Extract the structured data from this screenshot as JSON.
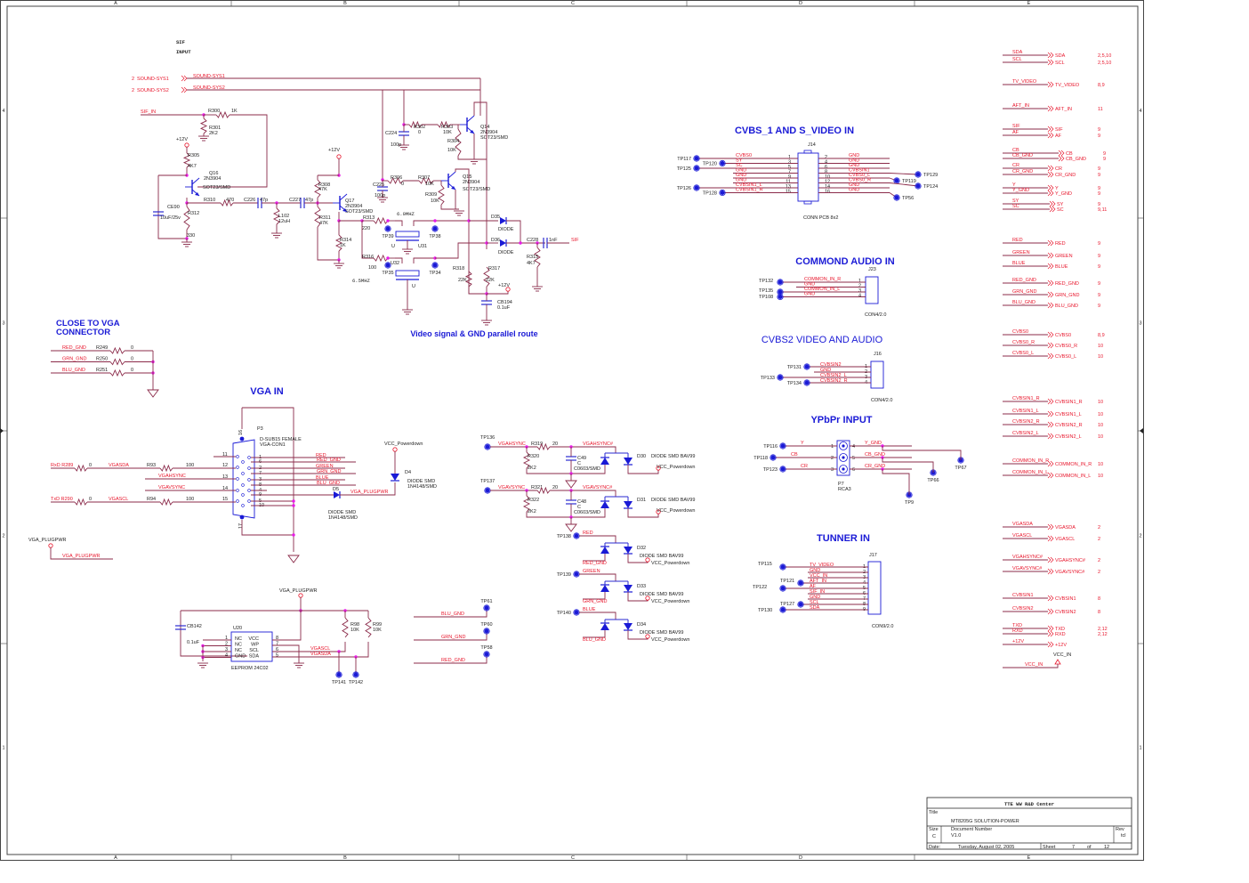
{
  "frame": {
    "columns": [
      "A",
      "B",
      "C",
      "D",
      "E"
    ],
    "rows": [
      "4",
      "3",
      "2",
      "1"
    ]
  },
  "title_block": {
    "company": "TTE WW R&D Center",
    "title_label": "Title",
    "title": "MT8205G SOLUTION-POWER",
    "size_label": "Size",
    "size": "C",
    "docnum_label": "Document Number",
    "docnum": "V1.0",
    "rev_label": "Rev",
    "rev": "tcl",
    "date_label": "Date:",
    "date": "Tuesday, August 02, 2005",
    "sheet_label": "Sheet",
    "sheet": "7",
    "of_label": "of",
    "sheet_total": "12"
  },
  "headings": {
    "sif_input_1": "SIF",
    "sif_input_2": "INPUT",
    "cvbs1": "CVBS_1 AND S_VIDEO IN",
    "common_audio": "COMMOND AUDIO IN",
    "cvbs2": "CVBS2 VIDEO AND AUDIO",
    "ypbpr": "YPbPr INPUT",
    "tuner": "TUNNER IN",
    "vga_in": "VGA IN",
    "close_vga_1": "CLOSE TO VGA",
    "close_vga_2": "CONNECTOR",
    "video_route": "Video signal & GND parallel route"
  },
  "sif": {
    "ports": [
      {
        "page": "2",
        "name": "SOUND-SYS1",
        "net": "SOUND-SYS1"
      },
      {
        "page": "2",
        "name": "SOUND-SYS2",
        "net": "SOUND-SYS2"
      }
    ],
    "sif_in": "SIF_IN",
    "sif_out": "SIF",
    "freq_6_0": "6.0MHZ",
    "freq_6_5": "6.5MHZ",
    "vcc": "+12V",
    "parts": {
      "r300": "R300",
      "r300v": "1K",
      "r301": "R301",
      "r301v": "2K2",
      "r305": "R305",
      "r305v": "4K7",
      "q16": "Q16",
      "q16t": "2N3904",
      "q16p": "SOT23/SMD",
      "ce90": "CE90",
      "ce90v": "10uF/25v",
      "r312": "R312",
      "r312v": "330",
      "r310": "R310",
      "r310v": "470",
      "c226": "C226",
      "c226v": "47p",
      "c227": "C227",
      "c227v": "47p",
      "l102": "L102",
      "l102v": "12uH",
      "r308": "R308",
      "r308v": "47K",
      "r311": "R311",
      "r311v": "47K",
      "q17": "Q17",
      "q17t": "2N3904",
      "q17p": "SOT23/SMD",
      "r314": "R314",
      "r314v": "1K",
      "r313": "R313",
      "r313v": "220",
      "r316": "R316",
      "r316v": "100",
      "tp39": "TP39",
      "tp38": "TP38",
      "tp35": "TP35",
      "tp34": "TP34",
      "u31": "U31",
      "u32": "U32",
      "u": "U",
      "c224": "C224",
      "c224v": "100p",
      "c225": "C225",
      "c225v": "100p",
      "r302": "R302",
      "r302v": "0",
      "r303": "R303",
      "r303v": "10K",
      "r304": "R304",
      "r304v": "10K",
      "q14": "Q14",
      "q14t": "2N3904",
      "q14p": "SOT23/SMD",
      "r306": "R306",
      "r306v": "0",
      "r307": "R307",
      "r307v": "10K",
      "r309": "R309",
      "r309v": "10K",
      "q15": "Q15",
      "q15t": "2N3904",
      "q15p": "SOT23/SMD",
      "d35": "D35",
      "d36": "D36",
      "diode": "DIODE",
      "c228": "C228",
      "c228v": "1nF",
      "r315": "R315",
      "r315v": "4K7",
      "r318": "R318",
      "r318v": "22K",
      "r317": "R317",
      "r317v": "22K",
      "cb194": "CB194",
      "cb194v": "0.1uF"
    }
  },
  "j14": {
    "ref": "J14",
    "part": "CONN PCB 8x2",
    "left": [
      {
        "pin": "1",
        "net": "CVBS0",
        "tp": "TP117"
      },
      {
        "pin": "3",
        "net": "SY",
        "tp": "TP120"
      },
      {
        "pin": "5",
        "net": "SC",
        "tp": "TP125"
      },
      {
        "pin": "7",
        "net": "GND",
        "tp": ""
      },
      {
        "pin": "9",
        "net": "GND",
        "tp": ""
      },
      {
        "pin": "11",
        "net": "GND",
        "tp": ""
      },
      {
        "pin": "13",
        "net": "CVBSIN1_L",
        "tp": "TP126"
      },
      {
        "pin": "15",
        "net": "CVBSIN1_R",
        "tp": "TP128"
      }
    ],
    "right": [
      {
        "pin": "2",
        "net": "GND",
        "tp": ""
      },
      {
        "pin": "4",
        "net": "GND",
        "tp": ""
      },
      {
        "pin": "6",
        "net": "GND",
        "tp": ""
      },
      {
        "pin": "8",
        "net": "CVBSIN1",
        "tp": "TP129"
      },
      {
        "pin": "10",
        "net": "CVBS0_L",
        "tp": "TP119"
      },
      {
        "pin": "12",
        "net": "CVBS0_R",
        "tp": "TP124"
      },
      {
        "pin": "14",
        "net": "GND",
        "tp": ""
      },
      {
        "pin": "16",
        "net": "GND",
        "tp": "TP56"
      }
    ]
  },
  "j23": {
    "ref": "J23",
    "part": "CON4/2.0",
    "pins": [
      {
        "pin": "1",
        "net": "COMMON_IN_R",
        "tp": "TP132"
      },
      {
        "pin": "2",
        "net": "GND",
        "tp": ""
      },
      {
        "pin": "3",
        "net": "COMMON_IN_L",
        "tp": "TP135"
      },
      {
        "pin": "4",
        "net": "GND",
        "tp": "TP108"
      }
    ]
  },
  "j16": {
    "ref": "J16",
    "part": "CON4/2.0",
    "pins": [
      {
        "pin": "1",
        "net": "CVBSIN2",
        "tp": "TP131"
      },
      {
        "pin": "2",
        "net": "GND",
        "tp": ""
      },
      {
        "pin": "3",
        "net": "CVBSIN2_L",
        "tp": "TP133"
      },
      {
        "pin": "4",
        "net": "CVBSIN2_R",
        "tp": "TP134"
      }
    ]
  },
  "p7": {
    "ref": "P7",
    "part": "RCA3",
    "rows": [
      {
        "lpin": "1",
        "lnet": "Y",
        "tp": "TP116",
        "rpin": "4",
        "rnet": "Y_GND",
        "rtp": "TP67"
      },
      {
        "lpin": "2",
        "lnet": "CB",
        "tp": "TP118",
        "rpin": "5",
        "rnet": "CB_GND",
        "rtp": "TP66"
      },
      {
        "lpin": "3",
        "lnet": "CR",
        "tp": "TP123",
        "rpin": "6",
        "rnet": "CR_GND",
        "rtp": "TP9"
      }
    ]
  },
  "j17": {
    "ref": "J17",
    "part": "CON9/2.0",
    "pins": [
      {
        "pin": "1",
        "net": "TV_VIDEO",
        "tp": "TP115"
      },
      {
        "pin": "2",
        "net": "GND",
        "tp": ""
      },
      {
        "pin": "3",
        "net": "VCC_IN",
        "tp": ""
      },
      {
        "pin": "4",
        "net": "AFT_IN",
        "tp": "TP121"
      },
      {
        "pin": "5",
        "net": "AF",
        "tp": "TP122"
      },
      {
        "pin": "6",
        "net": "SIF_IN",
        "tp": ""
      },
      {
        "pin": "7",
        "net": "GND",
        "tp": ""
      },
      {
        "pin": "8",
        "net": "SCL",
        "tp": "TP127"
      },
      {
        "pin": "9",
        "net": "SDA",
        "tp": "TP130"
      }
    ]
  },
  "close_vga": [
    {
      "net": "RED_GND",
      "ref": "R249",
      "val": "0"
    },
    {
      "net": "GRN_GND",
      "ref": "R250",
      "val": "0"
    },
    {
      "net": "BLU_GND",
      "ref": "R251",
      "val": "0"
    }
  ],
  "vga": {
    "ref": "P3",
    "part1": "D-SUB15 FEMALE",
    "part2": "VGA-CON1",
    "shell_top": "16",
    "shell_bot": "17",
    "left_pins": [
      {
        "pin": "11",
        "net": ""
      },
      {
        "pin": "12",
        "net": "VGASDA",
        "pre": "RxD R289",
        "preval": "0",
        "res": "R93",
        "resval": "100"
      },
      {
        "pin": "13",
        "net": "VGAHSYNC"
      },
      {
        "pin": "14",
        "net": "VGAVSYNC"
      },
      {
        "pin": "15",
        "net": "VGASCL",
        "pre": "TxD R290",
        "preval": "0",
        "res": "R94",
        "resval": "100"
      }
    ],
    "right_pins": [
      {
        "pin": "1",
        "net": "RED"
      },
      {
        "pin": "6",
        "net": "RED_GND"
      },
      {
        "pin": "2",
        "net": "GREEN"
      },
      {
        "pin": "7",
        "net": "GRN_GND"
      },
      {
        "pin": "3",
        "net": "BLUE"
      },
      {
        "pin": "8",
        "net": "BLU_GND"
      },
      {
        "pin": "4",
        "net": ""
      },
      {
        "pin": "9",
        "net": "VGA_PLUGPWR"
      },
      {
        "pin": "5",
        "net": ""
      },
      {
        "pin": "10",
        "net": ""
      }
    ],
    "d5": "D5",
    "d5part": "DIODE SMD",
    "d5type": "1N4148/SMD",
    "d4": "D4",
    "d4part": "DIODE SMD",
    "d4type": "1N4148/SMD",
    "vcc_pd": "VCC_Powerdown",
    "plugpwr_port": "VGA_PLUGPWR",
    "plugpwr_net": "VGA_PLUGPWR"
  },
  "eeprom": {
    "ref": "U20",
    "part": "EEPROM 24C02",
    "power": "VGA_PLUGPWR",
    "cap": "CB142",
    "capv": "0.1uF",
    "left": [
      {
        "pin": "1",
        "name": "NC"
      },
      {
        "pin": "2",
        "name": "NC"
      },
      {
        "pin": "3",
        "name": "NC"
      },
      {
        "pin": "4",
        "name": "GND"
      }
    ],
    "right": [
      {
        "pin": "8",
        "name": "VCC"
      },
      {
        "pin": "7",
        "name": "WP"
      },
      {
        "pin": "6",
        "name": "SCL"
      },
      {
        "pin": "5",
        "name": "SDA"
      }
    ],
    "scl": "VGASCL",
    "sda": "VGASDA",
    "r98": "R98",
    "r98v": "10K",
    "r99": "R99",
    "r99v": "10K",
    "tp141": "TP141",
    "tp142": "TP142"
  },
  "tps_gnd": [
    {
      "net": "BLU_GND",
      "tp": "TP61"
    },
    {
      "net": "GRN_GND",
      "tp": "TP60"
    },
    {
      "net": "RED_GND",
      "tp": "TP58"
    }
  ],
  "sync": [
    {
      "tp": "TP136",
      "in": "VGAHSYNC",
      "r": "R319",
      "rv": "20",
      "out": "VGAHSYNC#",
      "rp": "R320",
      "rpv": "2K2",
      "c": "C49",
      "ct": "C",
      "cp": "C0603/SMD",
      "d": "D30",
      "dp": "DIODE SMD BAV99",
      "vcc": "VCC_Powerdown"
    },
    {
      "tp": "TP137",
      "in": "VGAVSYNC",
      "r": "R321",
      "rv": "20",
      "out": "VGAVSYNC#",
      "rp": "R322",
      "rpv": "2K2",
      "c": "C48",
      "ct": "C",
      "cp": "C0603/SMD",
      "d": "D31",
      "dp": "DIODE SMD BAV99",
      "vcc": "VCC_Powerdown"
    }
  ],
  "rgb_prot": [
    {
      "tp": "TP138",
      "net": "RED",
      "gnd": "RED_GND",
      "d": "D32",
      "dp": "DIODE SMD BAV99",
      "vcc": "VCC_Powerdown"
    },
    {
      "tp": "TP139",
      "net": "GREEN",
      "gnd": "GRN_GND",
      "d": "D33",
      "dp": "DIODE SMD BAV99",
      "vcc": "VCC_Powerdown"
    },
    {
      "tp": "TP140",
      "net": "BLUE",
      "gnd": "BLU_GND",
      "d": "D34",
      "dp": "DIODE SMD BAV99",
      "vcc": "VCC_Powerdown"
    }
  ],
  "offpage": [
    {
      "net": "SDA",
      "port": "SDA",
      "ref": "2,5,10"
    },
    {
      "net": "SCL",
      "port": "SCL",
      "ref": "2,5,10"
    },
    {
      "net": "TV_VIDEO",
      "port": "TV_VIDEO",
      "ref": "8,9"
    },
    {
      "net": "AFT_IN",
      "port": "AFT_IN",
      "ref": "11"
    },
    {
      "net": "SIF",
      "port": "SIF",
      "ref": "9"
    },
    {
      "net": "AF",
      "port": "AF",
      "ref": "9"
    },
    {
      "net": "CB",
      "port": "CB",
      "ref": "9"
    },
    {
      "net": "CB_GND",
      "port": "CB_GND",
      "ref": "9"
    },
    {
      "net": "CR",
      "port": "CR",
      "ref": "9"
    },
    {
      "net": "CR_GND",
      "port": "CR_GND",
      "ref": "9"
    },
    {
      "net": "Y",
      "port": "Y",
      "ref": "9"
    },
    {
      "net": "Y_GND",
      "port": "Y_GND",
      "ref": "9"
    },
    {
      "net": "SY",
      "port": "SY",
      "ref": "9"
    },
    {
      "net": "SC",
      "port": "SC",
      "ref": "9,11"
    },
    {
      "net": "RED",
      "port": "RED",
      "ref": "9"
    },
    {
      "net": "GREEN",
      "port": "GREEN",
      "ref": "9"
    },
    {
      "net": "BLUE",
      "port": "BLUE",
      "ref": "9"
    },
    {
      "net": "RED_GND",
      "port": "RED_GND",
      "ref": "9"
    },
    {
      "net": "GRN_GND",
      "port": "GRN_GND",
      "ref": "9"
    },
    {
      "net": "BLU_GND",
      "port": "BLU_GND",
      "ref": "9"
    },
    {
      "net": "CVBS0",
      "port": "CVBS0",
      "ref": "8,9"
    },
    {
      "net": "CVBS0_R",
      "port": "CVBS0_R",
      "ref": "10"
    },
    {
      "net": "CVBS0_L",
      "port": "CVBS0_L",
      "ref": "10"
    },
    {
      "net": "CVBSIN1_R",
      "port": "CVBSIN1_R",
      "ref": "10"
    },
    {
      "net": "CVBSIN1_L",
      "port": "CVBSIN1_L",
      "ref": "10"
    },
    {
      "net": "CVBSIN2_R",
      "port": "CVBSIN2_R",
      "ref": "10"
    },
    {
      "net": "CVBSIN2_L",
      "port": "CVBSIN2_L",
      "ref": "10"
    },
    {
      "net": "COMMON_IN_R",
      "port": "COMMON_IN_R",
      "ref": "10"
    },
    {
      "net": "COMMON_IN_L",
      "port": "COMMON_IN_L",
      "ref": "10"
    },
    {
      "net": "VGASDA",
      "port": "VGASDA",
      "ref": "2"
    },
    {
      "net": "VGASCL",
      "port": "VGASCL",
      "ref": "2"
    },
    {
      "net": "VGAHSYNC#",
      "port": "VGAHSYNC#",
      "ref": "2"
    },
    {
      "net": "VGAVSYNC#",
      "port": "VGAVSYNC#",
      "ref": "2"
    },
    {
      "net": "CVBSIN1",
      "port": "CVBSIN1",
      "ref": "8"
    },
    {
      "net": "CVBSIN2",
      "port": "CVBSIN2",
      "ref": "8"
    },
    {
      "net": "TXD",
      "port": "TXD",
      "ref": "2,12"
    },
    {
      "net": "RXD",
      "port": "RXD",
      "ref": "2,12"
    },
    {
      "net": "+12V",
      "port": "+12V",
      "ref": ""
    }
  ],
  "vcc_in": {
    "label": "VCC_IN",
    "net": "VCC_IN"
  }
}
